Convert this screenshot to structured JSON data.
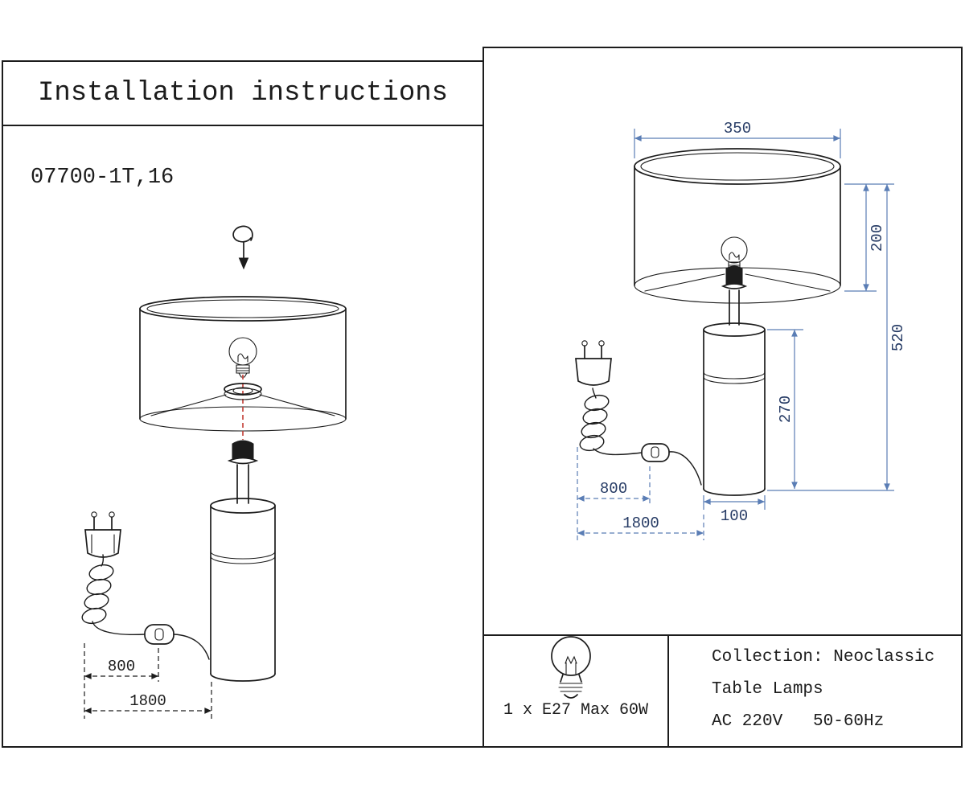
{
  "header": {
    "title": "Installation instructions"
  },
  "model": "07700-1T,16",
  "colors": {
    "line": "#1c1c1c",
    "dim_line": "#5a7db5",
    "dim_text": "#253a64",
    "red": "#c23a32"
  },
  "left_diagram": {
    "dim_800": "800",
    "dim_1800": "1800"
  },
  "right_diagram": {
    "dim_350": "350",
    "dim_200": "200",
    "dim_520": "520",
    "dim_270": "270",
    "dim_100": "100",
    "dim_800": "800",
    "dim_1800": "1800"
  },
  "spec_box": {
    "bulb_spec": "1 x E27 Max 60W"
  },
  "info_box": {
    "collection": "Collection: Neoclassic",
    "type": "Table Lamps",
    "power": "AC 220V   50-60Hz"
  },
  "icons": {
    "spec_icon": "light-bulb",
    "assembly_icon": "screw-direction-arrow"
  }
}
